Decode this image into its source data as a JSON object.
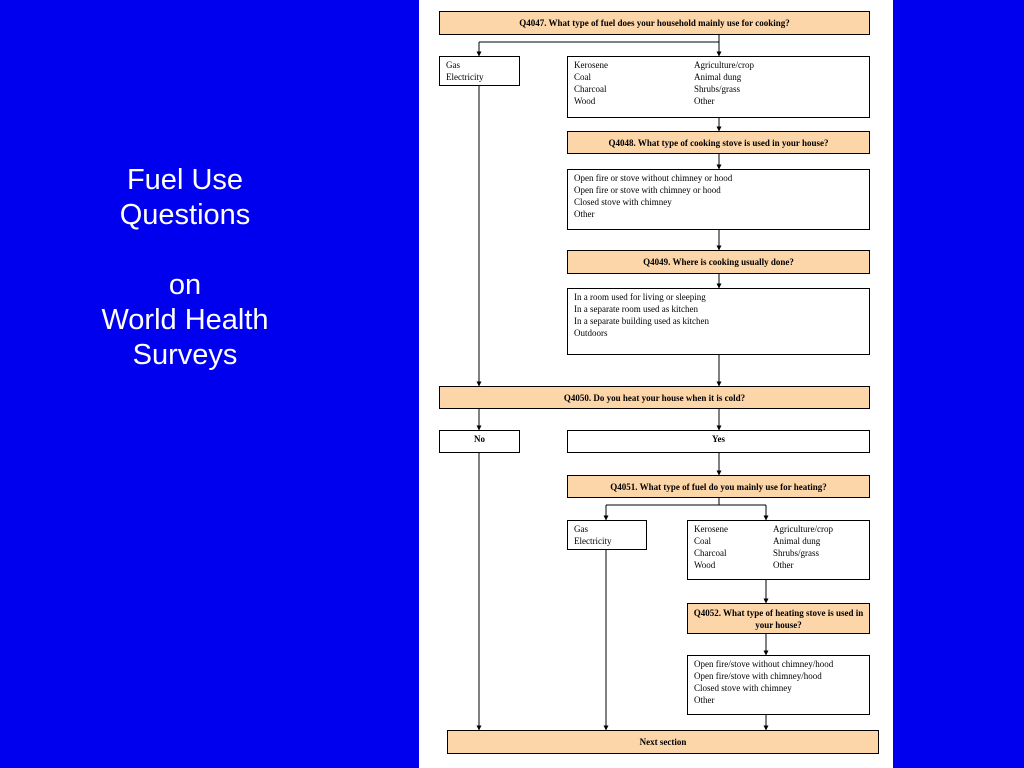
{
  "title": {
    "line1": "Fuel Use",
    "line2": "Questions",
    "line3": "on",
    "line4": "World Health",
    "line5": "Surveys"
  },
  "flowchart": {
    "q4047": "Q4047. What type of fuel does your household mainly use for cooking?",
    "cook_clean": [
      "Gas",
      "Electricity"
    ],
    "cook_solid_left": [
      "Kerosene",
      "Coal",
      "Charcoal",
      "Wood"
    ],
    "cook_solid_right": [
      "Agriculture/crop",
      "Animal dung",
      "Shrubs/grass",
      "Other"
    ],
    "q4048": "Q4048. What type of cooking stove is used in your house?",
    "stove_options": [
      "Open fire or stove without chimney or hood",
      "Open fire or stove with chimney or hood",
      "Closed stove with chimney",
      "Other"
    ],
    "q4049": "Q4049. Where is cooking usually done?",
    "location_options": [
      "In a room used for living or sleeping",
      "In a separate room used as kitchen",
      "In a separate building used as kitchen",
      "Outdoors"
    ],
    "q4050": "Q4050. Do you heat your house when it is cold?",
    "no": "No",
    "yes": "Yes",
    "q4051": "Q4051. What type of fuel do you mainly use for heating?",
    "heat_clean": [
      "Gas",
      "Electricity"
    ],
    "heat_solid_left": [
      "Kerosene",
      "Coal",
      "Charcoal",
      "Wood"
    ],
    "heat_solid_right": [
      "Agriculture/crop",
      "Animal dung",
      "Shrubs/grass",
      "Other"
    ],
    "q4052": "Q4052. What type of heating stove is used in your house?",
    "heat_stove_options": [
      "Open fire/stove without chimney/hood",
      "Open fire/stove with chimney/hood",
      "Closed stove with chimney",
      "Other"
    ],
    "next": "Next section"
  }
}
